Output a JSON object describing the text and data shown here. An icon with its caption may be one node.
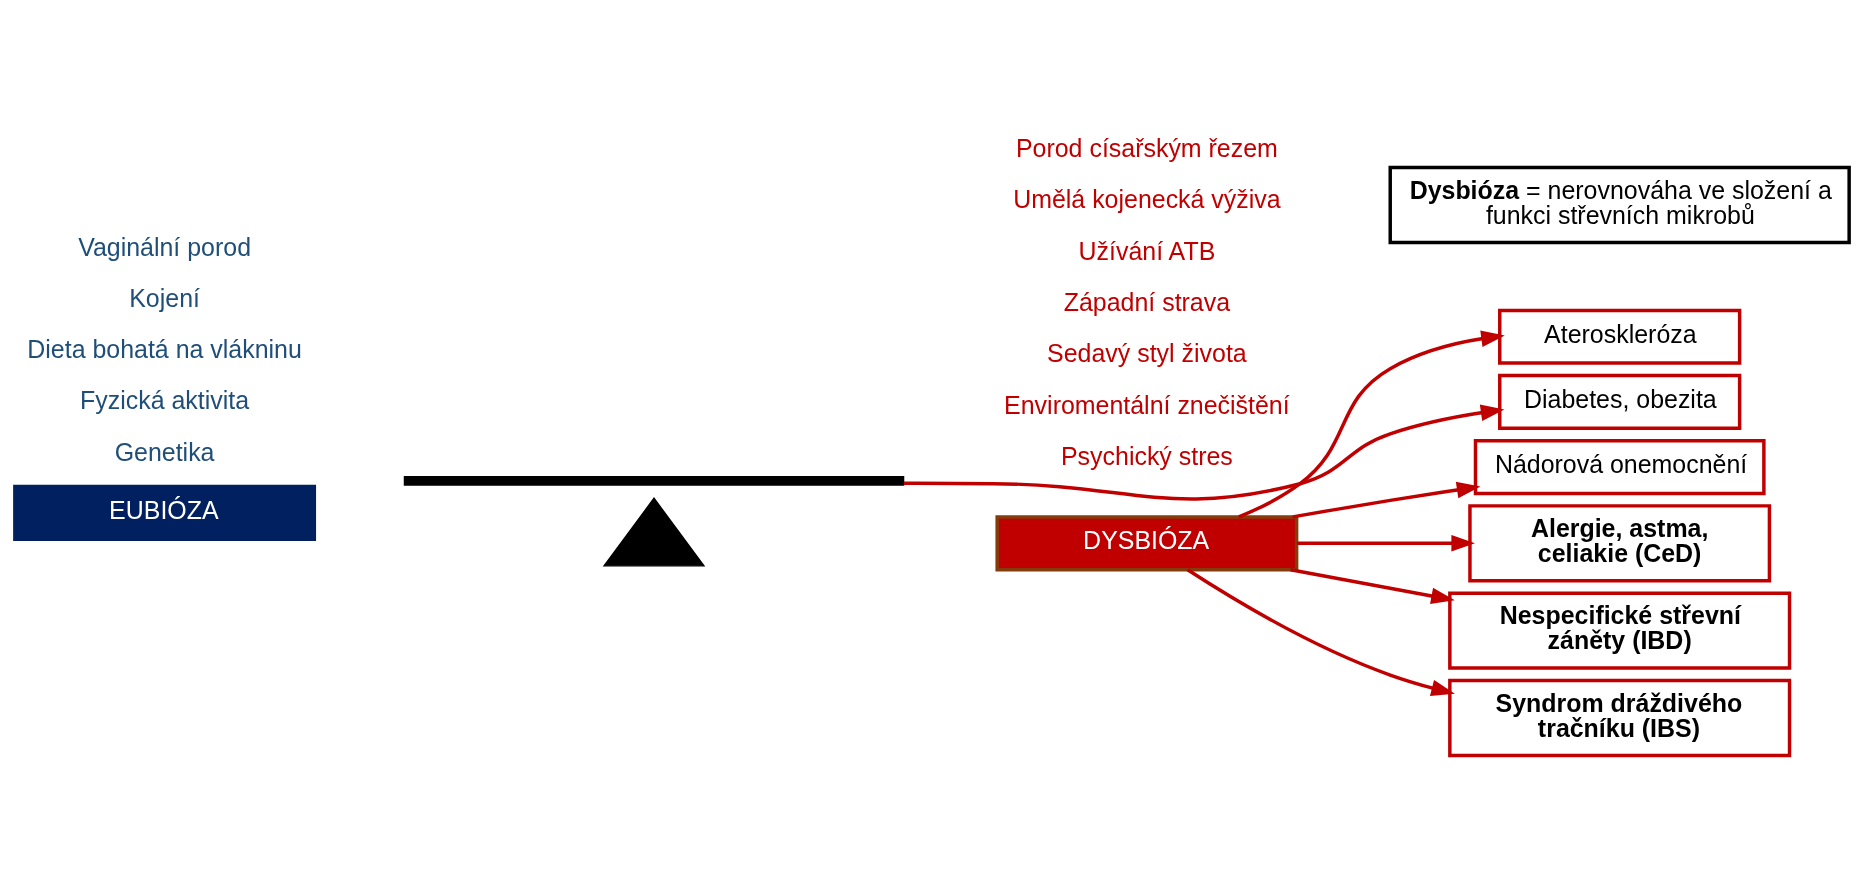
{
  "diagram": {
    "nodes": [
      {
        "text": [
          "**Dysbióza** = nerovnováha ve složení a funkci střevních mikrobů"
        ]
      },
      {
        "text": [
          "EUBIÓZA"
        ]
      },
      {
        "text": [],
        "shape": "bar"
      },
      {
        "text": [],
        "shape": "triangle"
      },
      {
        "text": [
          "DYSBIÓZA"
        ]
      },
      {
        "text": [
          "Ateroskleróza"
        ]
      },
      {
        "text": [
          "Diabetes, obezita"
        ]
      },
      {
        "text": [
          "Nádorová onemocnění"
        ]
      },
      {
        "text": [
          "Syndrom dráždivého tračníku (IBS)"
        ]
      },
      {
        "text": [
          "Nespecifické střevní záněty (IBD)"
        ]
      },
      {
        "text": [
          "Alergie, astma, celiakie (CeD)"
        ]
      }
    ],
    "edges": [
      {
        "from": 4,
        "to": 5,
        "arrow": "to"
      },
      {
        "from": 2,
        "to": 6,
        "arrow": "to"
      },
      {
        "from": 4,
        "to": 7,
        "arrow": "to"
      },
      {
        "from": 4,
        "to": 8,
        "arrow": "to"
      },
      {
        "from": 4,
        "to": 9,
        "arrow": "to"
      },
      {
        "from": 4,
        "to": 10,
        "arrow": "to"
      }
    ],
    "labels": [
      "Vaginální porod",
      "Kojení",
      "Dieta bohatá na vlákninu",
      "Fyzická aktivita",
      "Genetika",
      "Porod císařským řezem",
      "Umělá kojenecká výživa",
      "Užívání ATB",
      "Západní strava",
      "Sedavý styl života",
      "Enviromentální znečištění",
      "Psychický stres"
    ]
  }
}
